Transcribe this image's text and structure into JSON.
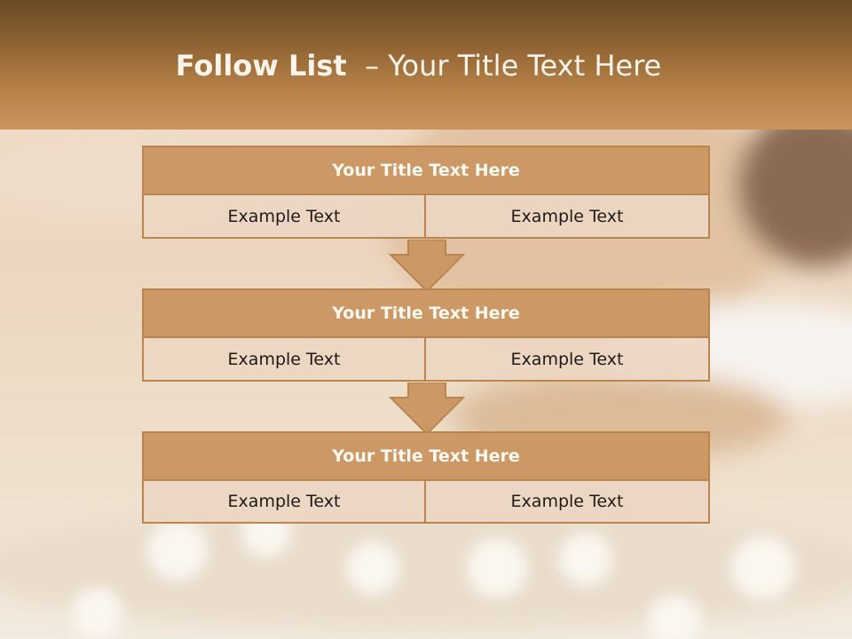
{
  "slide": {
    "title_bold": "Follow List",
    "title_rest": "– Your Title Text Here"
  },
  "blocks": [
    {
      "title": "Your Title Text Here",
      "left": "Example Text",
      "right": "Example Text"
    },
    {
      "title": "Your Title Text Here",
      "left": "Example Text",
      "right": "Example Text"
    },
    {
      "title": "Your Title Text Here",
      "left": "Example Text",
      "right": "Example Text"
    }
  ],
  "colors": {
    "header": "#b88248",
    "block_head": "#cc9966",
    "block_border": "#b98650",
    "cell_fill": "#ecd6c3",
    "arrow": "#cc9966"
  }
}
